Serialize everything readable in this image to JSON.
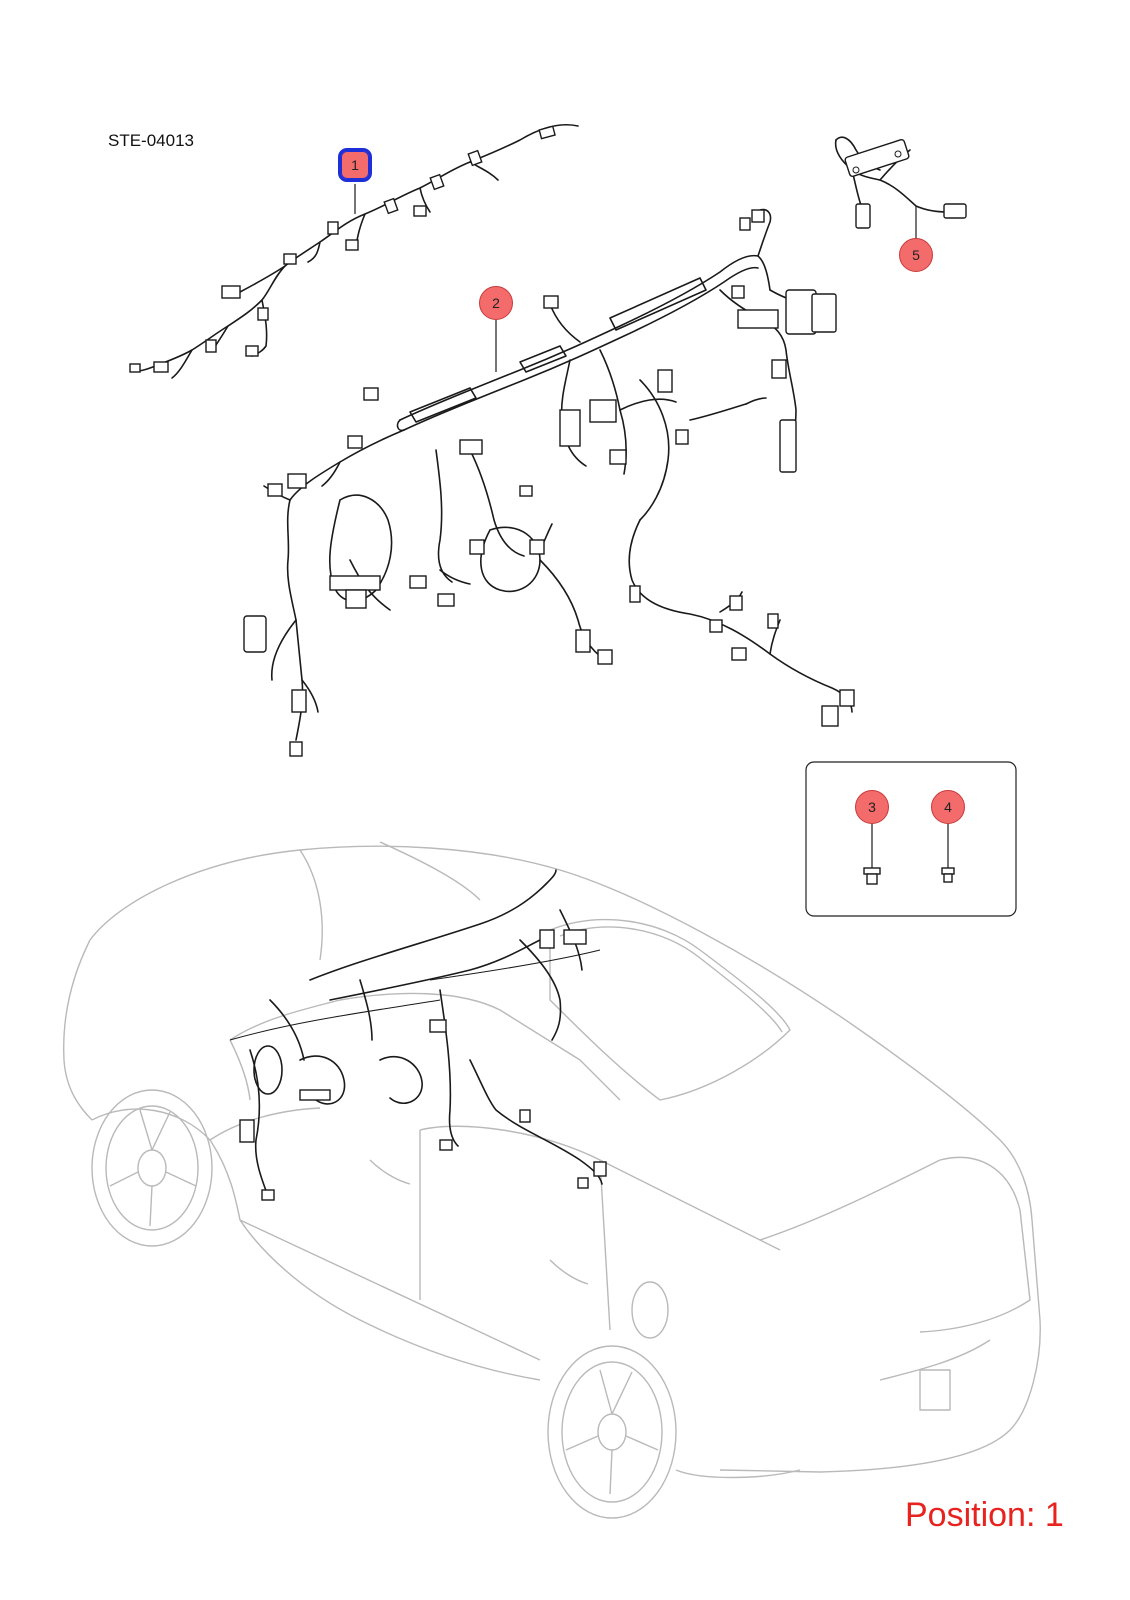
{
  "drawing_code": "STE-04013",
  "position_label": "Position: 1",
  "selected_callout": "1",
  "callouts": [
    {
      "id": "callout-1",
      "number": "1"
    },
    {
      "id": "callout-2",
      "number": "2"
    },
    {
      "id": "callout-3",
      "number": "3"
    },
    {
      "id": "callout-4",
      "number": "4"
    },
    {
      "id": "callout-5",
      "number": "5"
    }
  ],
  "colors": {
    "callout_fill": "#f36b6b",
    "selected_outline": "#1f2fd8",
    "position_text": "#e8231f",
    "car_outline": "#b9b9b9",
    "harness": "#1a1a1a"
  }
}
